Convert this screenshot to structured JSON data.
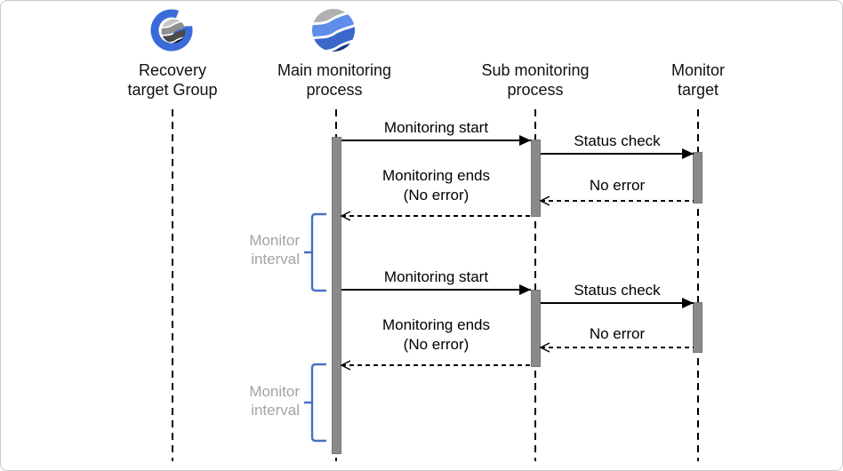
{
  "diagram": {
    "type": "uml-sequence",
    "actors": [
      {
        "label": "Recovery\ntarget Group",
        "icon": "recovery-target-group-icon"
      },
      {
        "label": "Main monitoring\nprocess",
        "icon": "main-monitoring-process-icon"
      },
      {
        "label": "Sub monitoring\nprocess",
        "icon": null
      },
      {
        "label": "Monitor\ntarget",
        "icon": null
      }
    ],
    "messages": [
      {
        "label": "Monitoring start",
        "from": "Main monitoring process",
        "to": "Sub monitoring process",
        "line": "solid"
      },
      {
        "label": "Status check",
        "from": "Sub monitoring process",
        "to": "Monitor target",
        "line": "solid"
      },
      {
        "label": "No error",
        "from": "Monitor target",
        "to": "Sub monitoring process",
        "line": "dashed"
      },
      {
        "label": "Monitoring ends\n(No error)",
        "from": "Sub monitoring process",
        "to": "Main monitoring process",
        "line": "dashed"
      },
      {
        "label": "Monitoring start",
        "from": "Main monitoring process",
        "to": "Sub monitoring process",
        "line": "solid"
      },
      {
        "label": "Status check",
        "from": "Sub monitoring process",
        "to": "Monitor target",
        "line": "solid"
      },
      {
        "label": "No error",
        "from": "Monitor target",
        "to": "Sub monitoring process",
        "line": "dashed"
      },
      {
        "label": "Monitoring ends\n(No error)",
        "from": "Sub monitoring process",
        "to": "Main monitoring process",
        "line": "dashed"
      }
    ],
    "annotations": [
      {
        "label": "Monitor\ninterval"
      },
      {
        "label": "Monitor\ninterval"
      }
    ],
    "colors": {
      "bracket_blue": "#4472c4",
      "icon_blue": "#3a6bd8",
      "icon_navy": "#143183",
      "icon_light_blue": "#5e8ee9",
      "icon_mid_blue": "#3a67c9",
      "icon_gray": "#b0b0b0",
      "activation_gray": "#8a8a8a",
      "muted_text_gray": "#a3a3a3",
      "line_black": "#000000",
      "border_gray": "#c9c9c9"
    }
  }
}
